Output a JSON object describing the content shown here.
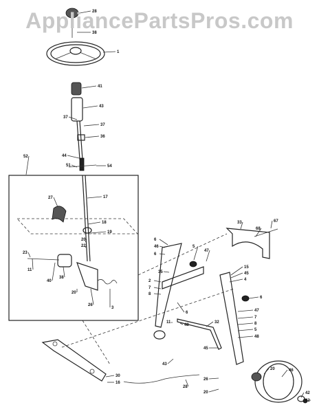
{
  "watermark": "AppliancePartsPros.com",
  "callouts": [
    "28",
    "1",
    "38",
    "41",
    "43",
    "37",
    "37",
    "36",
    "44",
    "51",
    "54",
    "52",
    "27",
    "17",
    "18",
    "19",
    "20",
    "22",
    "23",
    "11",
    "40",
    "38",
    "20",
    "26",
    "3",
    "6",
    "46",
    "6",
    "5",
    "47",
    "35",
    "2",
    "7",
    "8",
    "6",
    "15",
    "45",
    "4",
    "6",
    "47",
    "7",
    "8",
    "5",
    "32",
    "48",
    "33",
    "68",
    "67",
    "48",
    "11",
    "45",
    "26",
    "20",
    "28",
    "30",
    "16",
    "20",
    "43",
    "46",
    "42",
    "42"
  ]
}
